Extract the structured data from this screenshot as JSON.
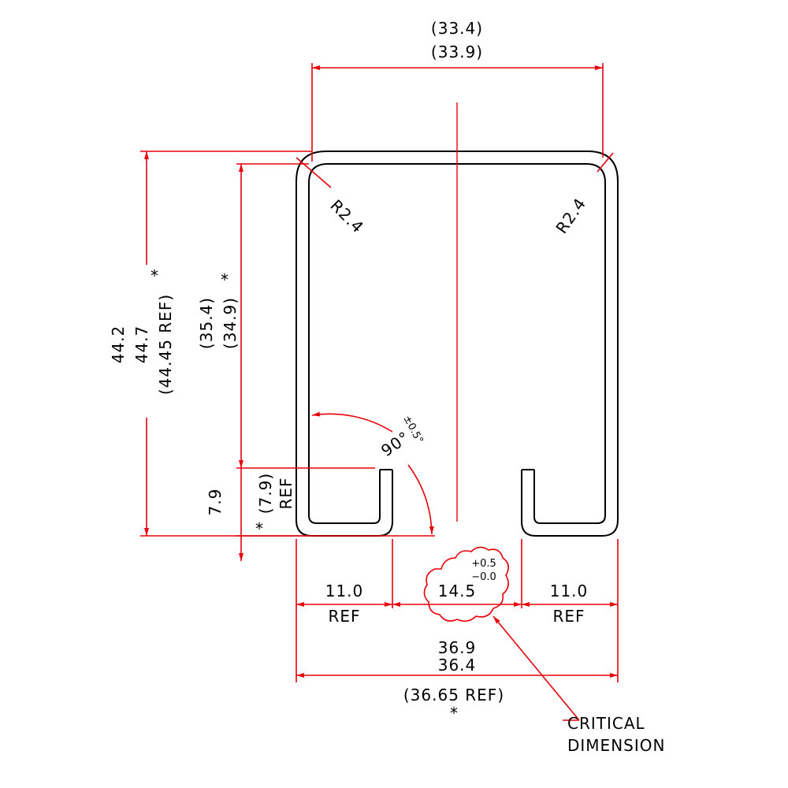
{
  "colors": {
    "dimension": "#e8000b",
    "profile": "#000000",
    "background": "#ffffff"
  },
  "dims": {
    "top_width": [
      "(33.4)",
      "(33.9)"
    ],
    "radius_left": "R2.4",
    "radius_right": "R2.4",
    "overall_height": [
      "44.2",
      "44.7",
      "(44.45 REF)"
    ],
    "inner_height": [
      "(35.4)",
      "(34.9)"
    ],
    "lip_height": "7.9",
    "lip_height_ref": [
      "(7.9)",
      "REF"
    ],
    "angle": "90°",
    "angle_tol": "±0.5°",
    "gap": "14.5",
    "gap_tol": [
      "+0.5",
      "−0.0"
    ],
    "left_flange": [
      "11.0",
      "REF"
    ],
    "right_flange": [
      "11.0",
      "REF"
    ],
    "overall_width": [
      "36.9",
      "36.4",
      "(36.65 REF)"
    ],
    "asterisk": "*",
    "callout": [
      "CRITICAL",
      "DIMENSION"
    ]
  }
}
